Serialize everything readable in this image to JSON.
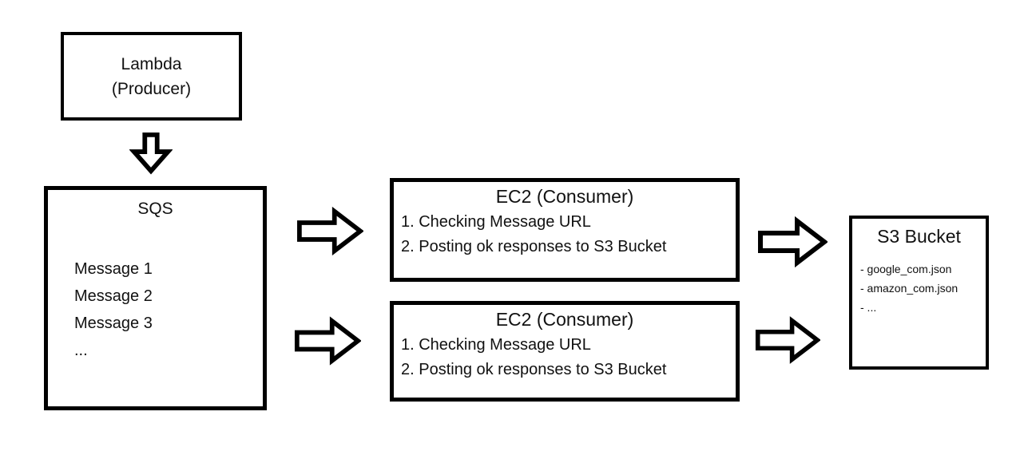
{
  "colors": {
    "border": "#000000",
    "background": "#ffffff",
    "text": "#111111"
  },
  "diagram": {
    "lambda": {
      "line1": "Lambda",
      "line2": "(Producer)"
    },
    "sqs": {
      "title": "SQS",
      "messages": [
        "Message 1",
        "Message 2",
        "Message 3",
        "..."
      ]
    },
    "ec2_consumers": [
      {
        "title": "EC2 (Consumer)",
        "steps": [
          "1. Checking Message URL",
          "2. Posting ok responses to S3 Bucket"
        ]
      },
      {
        "title": "EC2 (Consumer)",
        "steps": [
          "1. Checking Message URL",
          "2. Posting ok responses to S3 Bucket"
        ]
      }
    ],
    "s3": {
      "title": "S3 Bucket",
      "files": [
        "- google_com.json",
        "- amazon_com.json",
        "- ..."
      ]
    }
  }
}
